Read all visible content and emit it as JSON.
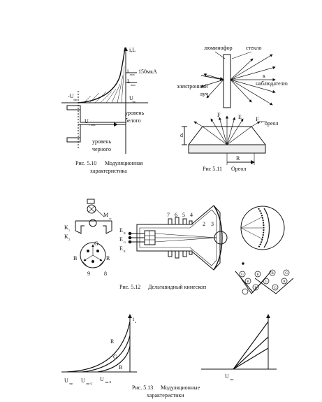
{
  "fig510": {
    "caption_num": "Рис. 5.10",
    "caption_title_1": "Модуляционная",
    "caption_title_2": "характеристика",
    "label_iL": "i,L",
    "label_i": "i",
    "label_i_sub": "max",
    "label_150": "150мкА",
    "label_L": "L",
    "label_L_sub": "max",
    "label_minusU": "-U",
    "label_minusU_sub": "зап",
    "label_U_right": "U",
    "label_U_right_sub": "зап",
    "label_U_lower": "U",
    "label_U_lower_sub": "с max",
    "label_white_1": "уровень",
    "label_white_2": "белого",
    "label_black_1": "уровень",
    "label_black_2": "черного"
  },
  "fig511": {
    "caption_num": "Рис 5.11",
    "caption_title": "Ореол",
    "label_phosphor": "люминофор",
    "label_glass": "стекло",
    "label_beam_1": "электронный",
    "label_beam_2": "луч",
    "label_k": "к",
    "label_observer": "наблюдателю",
    "label_F1": "F",
    "label_E": "E",
    "label_F2": "F",
    "label_F2_sub": "ореол",
    "label_halo": "ореол",
    "label_d": "d",
    "label_R": "R"
  },
  "fig512": {
    "caption_num": "Рис. 5.12",
    "caption_title": "Дельтавидный кинескоп",
    "label_M": "M",
    "label_M_sub": "ст",
    "label_K1": "K",
    "label_K1_sub": "1",
    "label_K2": "K",
    "label_K2_sub": "2",
    "label_B": "B",
    "label_G": "G",
    "label_R": "R",
    "label_9": "9",
    "label_8": "8",
    "label_Eb": "E",
    "label_Eb_sub": "B",
    "label_Eg": "E",
    "label_Eg_sub": "G",
    "label_Er": "E",
    "label_Er_sub": "R",
    "electrode_numbers": [
      "7",
      "6",
      "5",
      "4"
    ],
    "label_2": "2",
    "label_3": "3",
    "dot_letters": [
      "G",
      "R",
      "B",
      "G",
      "B",
      "G",
      "R",
      "B",
      "G"
    ]
  },
  "fig513": {
    "caption_num": "Рис. 5.13",
    "caption_title_1": "Модуляционные",
    "caption_title_2": "характеристики",
    "label_i": "i",
    "label_i_sub": "к",
    "label_R": "R",
    "label_G": "G",
    "label_B": "B",
    "label_U1": "U",
    "label_U1_sub": "зап",
    "label_U2": "U",
    "label_U2_sub": "зап G",
    "label_U3": "U",
    "label_U3_sub": "зап R",
    "label_U_right": "U",
    "label_U_right_sub": "зап"
  }
}
